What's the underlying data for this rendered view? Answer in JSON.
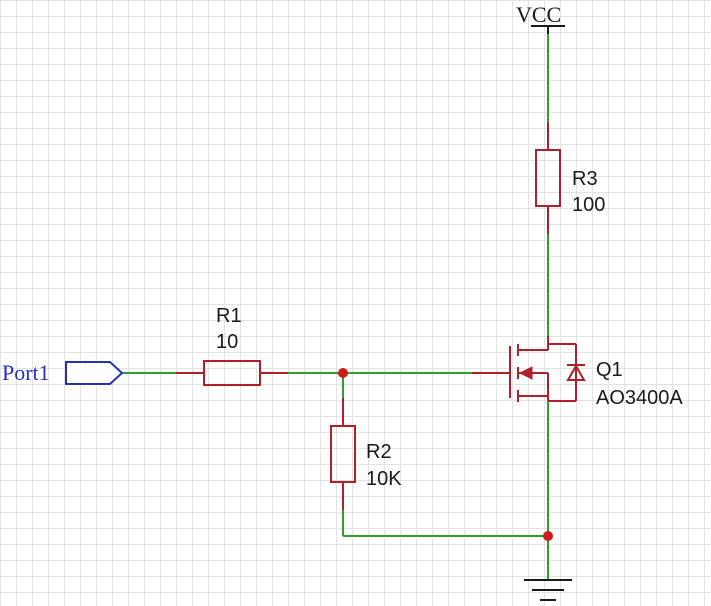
{
  "power": {
    "vcc_label": "VCC"
  },
  "port": {
    "label": "Port1"
  },
  "components": {
    "r1": {
      "ref": "R1",
      "value": "10"
    },
    "r2": {
      "ref": "R2",
      "value": "10K"
    },
    "r3": {
      "ref": "R3",
      "value": "100"
    },
    "q1": {
      "ref": "Q1",
      "value": "AO3400A"
    }
  },
  "colors": {
    "wire": "#2ea02e",
    "component": "#b0202a",
    "junction": "#d11a1a",
    "port": "#2630b8",
    "grid": "#e3e3e3"
  }
}
